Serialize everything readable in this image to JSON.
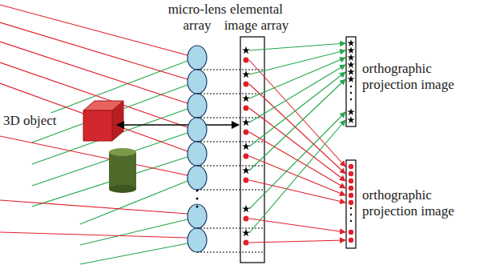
{
  "diagram": {
    "labels": [
      "micro-lens array",
      "elemental image array",
      "3D object",
      "orthographic projection image",
      "orthographic projection image"
    ]
  }
}
